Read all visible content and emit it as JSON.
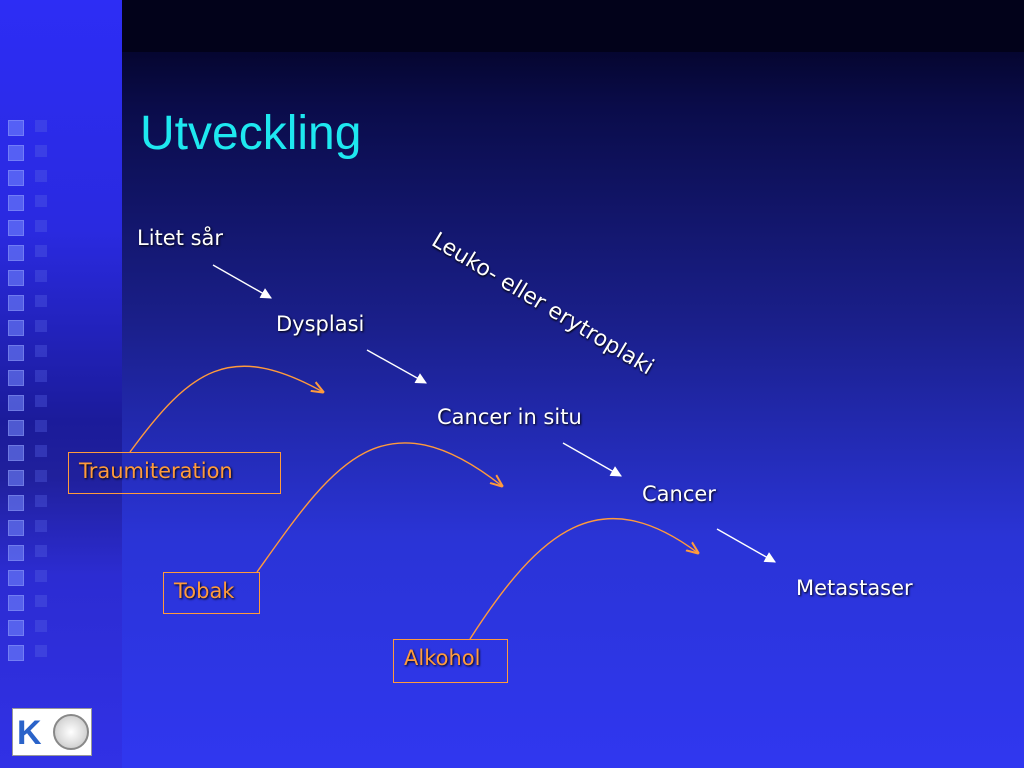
{
  "slide": {
    "title": "Utveckling",
    "stages": [
      "Litet sår",
      "Dysplasi",
      "Cancer in situ",
      "Cancer",
      "Metastaser"
    ],
    "diagonal_label": "Leuko- eller erytroplaki",
    "factors": [
      "Traumiteration",
      "Tobak",
      "Alkohol"
    ]
  },
  "colors": {
    "title": "#1ee8f0",
    "stage_text": "#ffffff",
    "factor": "#ff9a3c"
  },
  "icons": {
    "logo": "karolinska-logo",
    "seal": "university-seal-icon"
  }
}
